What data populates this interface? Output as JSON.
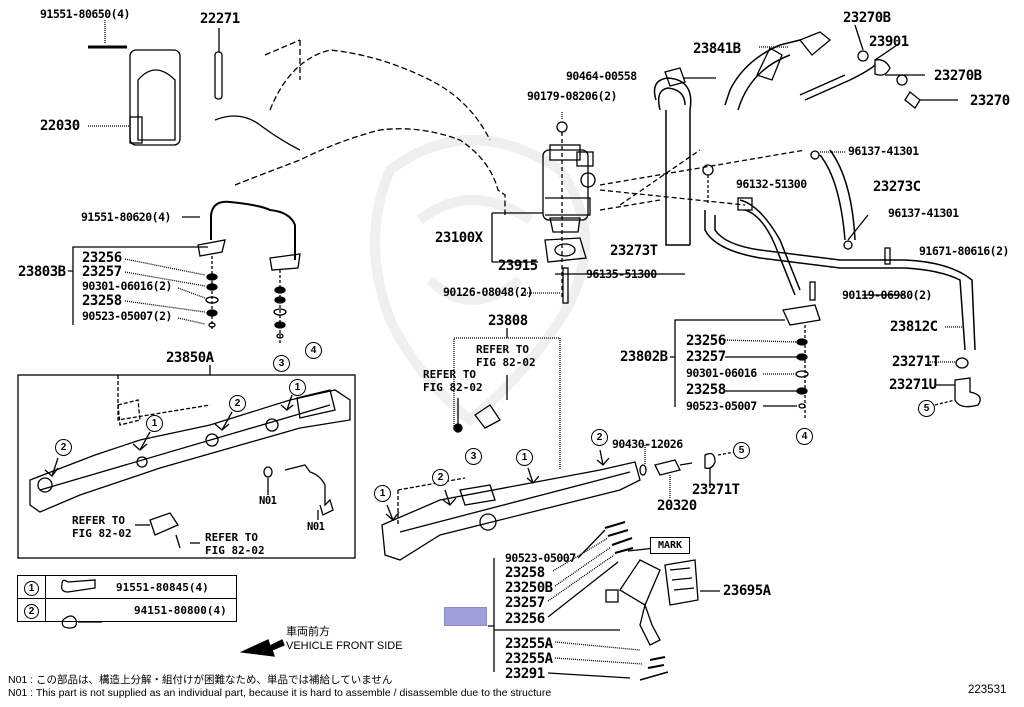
{
  "diagram": {
    "figure_number": "223531",
    "highlight_color": "#a09fd9",
    "watermark": "faded logo watermark"
  },
  "parts": {
    "p91551_80650": "91551-80650(4)",
    "p22271": "22271",
    "p22030": "22030",
    "p91551_80620": "91551-80620(4)",
    "p23803B": "23803B",
    "left_stack": [
      "23256",
      "23257",
      "90301-06016(2)",
      "23258",
      "90523-05007(2)"
    ],
    "p23850A": "23850A",
    "p90464_00558": "90464-00558",
    "p90179_08206": "90179-08206(2)",
    "p23841B": "23841B",
    "p23270B_top": "23270B",
    "p23901": "23901",
    "p23270B_mid": "23270B",
    "p23270": "23270",
    "p96137_41301_a": "96137-41301",
    "p96132_51300": "96132-51300",
    "p23273C": "23273C",
    "p96137_41301_b": "96137-41301",
    "p23100X": "23100X",
    "p23273T": "23273T",
    "p91671_80616": "91671-80616(2)",
    "p23915": "23915",
    "p96135_51300": "96135-51300",
    "p90126_08048": "90126-08048(2)",
    "p90119_06980": "90119-06980(2)",
    "p23808": "23808",
    "p23812C": "23812C",
    "p23802B": "23802B",
    "right_stack": [
      "23256",
      "23257",
      "90301-06016",
      "23258",
      "90523-05007"
    ],
    "p23271T_right": "23271T",
    "p23271U": "23271U",
    "p90430_12026": "90430-12026",
    "p20320": "20320",
    "p23271T_mid": "23271T",
    "injector_stack": [
      "90523-05007",
      "23258",
      "23250B",
      "23257",
      "23256"
    ],
    "injector_lower": [
      "23255A",
      "23255A",
      "23291"
    ],
    "p23695A": "23695A",
    "mark": "MARK",
    "n01": "N01"
  },
  "refer": {
    "text": "REFER TO\nFIG 82-02"
  },
  "callouts": {
    "c1": "1",
    "c2": "2",
    "c3": "3",
    "c4": "4",
    "c5": "5"
  },
  "legend": [
    {
      "num": "1",
      "part": "91551-80845(4)",
      "icon": "bolt-icon"
    },
    {
      "num": "2",
      "part": "94151-80800(4)",
      "icon": "nut-icon"
    }
  ],
  "direction": {
    "jp": "車両前方",
    "en": "VEHICLE FRONT SIDE"
  },
  "notes": {
    "jp": "N01 : この部品は、構造上分解・組付けが困難なため、単品では補給していません",
    "en": "N01 : This part is not supplied as an individual part, because it is hard to assemble / disassemble due to the structure"
  }
}
